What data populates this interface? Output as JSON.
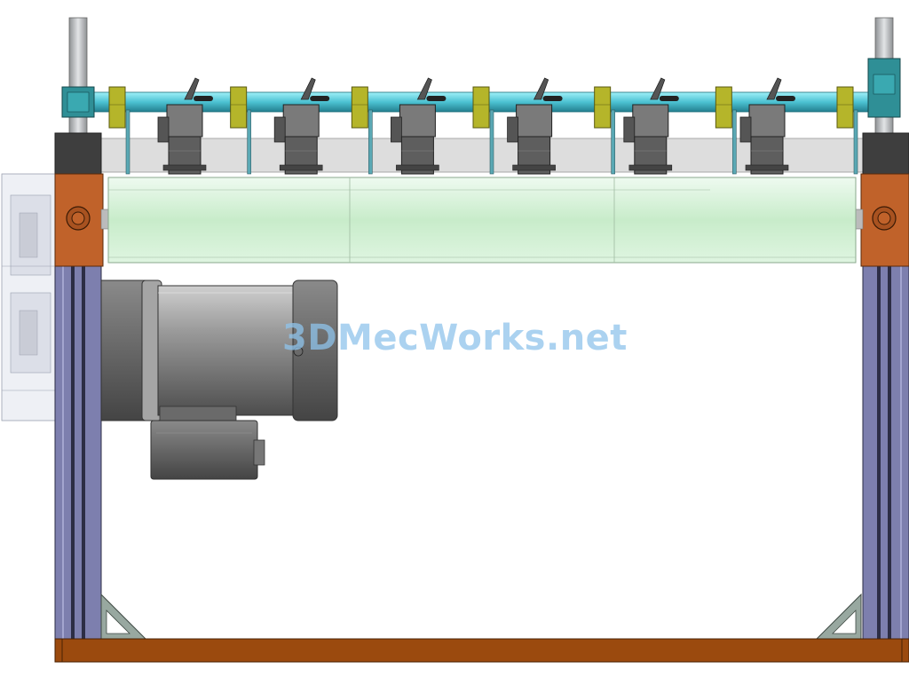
{
  "watermark": {
    "text": "3DMecWorks.net"
  },
  "assembly": {
    "cutter_count": 6,
    "spacer_count": 7
  },
  "colors": {
    "frame_post": "#7d7fae",
    "frame_post_dark": "#2c2d45",
    "base_beam": "#9b4a0e",
    "bearing_block": "#c0622a",
    "guide_shaft": "#55c8d6",
    "spacer_block": "#b5b52a",
    "roller": "#cdeed0",
    "motor_body": "#8f8f8f",
    "cutter_body": "#6e6e6e",
    "vertical_rod": "#b9bcbe",
    "gusset": "#98a8a0"
  }
}
